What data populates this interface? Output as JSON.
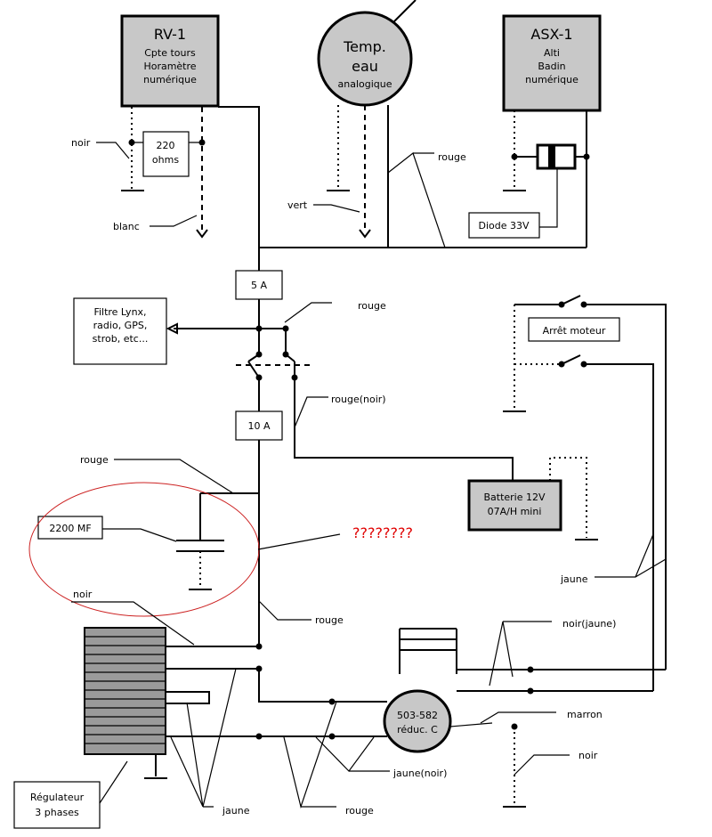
{
  "components": {
    "rv1": {
      "title": "RV-1",
      "line1": "Cpte tours",
      "line2": "Horamètre",
      "line3": "numérique"
    },
    "temp": {
      "title1": "Temp.",
      "title2": "eau",
      "line3": "analogique"
    },
    "asx1": {
      "title": "ASX-1",
      "line1": "Alti",
      "line2": "Badin",
      "line3": "numérique"
    },
    "resistor": {
      "line1": "220",
      "line2": "ohms"
    },
    "diode": {
      "label": "Diode 33V"
    },
    "fuse5": {
      "label": "5 A"
    },
    "fuse10": {
      "label": "10 A"
    },
    "filtre": {
      "line1": "Filtre Lynx,",
      "line2": "radio, GPS,",
      "line3": "strob, etc..."
    },
    "arret": {
      "label": "Arrêt moteur"
    },
    "batterie": {
      "line1": "Batterie  12V",
      "line2": "07A/H mini"
    },
    "capacitor": {
      "label": "2200 MF"
    },
    "question": {
      "label": "????????"
    },
    "regulateur": {
      "line1": "Régulateur",
      "line2": "3 phases"
    },
    "alternator": {
      "line1": "503-582",
      "line2": "réduc. C"
    }
  },
  "wire_labels": {
    "noir_top": "noir",
    "blanc": "blanc",
    "vert": "vert",
    "rouge_top": "rouge",
    "rouge_switch": "rouge",
    "rouge_noir": "rouge(noir)",
    "rouge_cap": "rouge",
    "noir_reg": "noir",
    "rouge_mid": "rouge",
    "jaune_right": "jaune",
    "noir_jaune": "noir(jaune)",
    "marron": "marron",
    "noir_bottom": "noir",
    "jaune_noir": "jaune(noir)",
    "jaune_bottom": "jaune",
    "rouge_bottom": "rouge"
  },
  "colors": {
    "question_mark": "#e00000",
    "capacitor_circle": "#cc2222",
    "component_fill": "#c8c8c8"
  }
}
